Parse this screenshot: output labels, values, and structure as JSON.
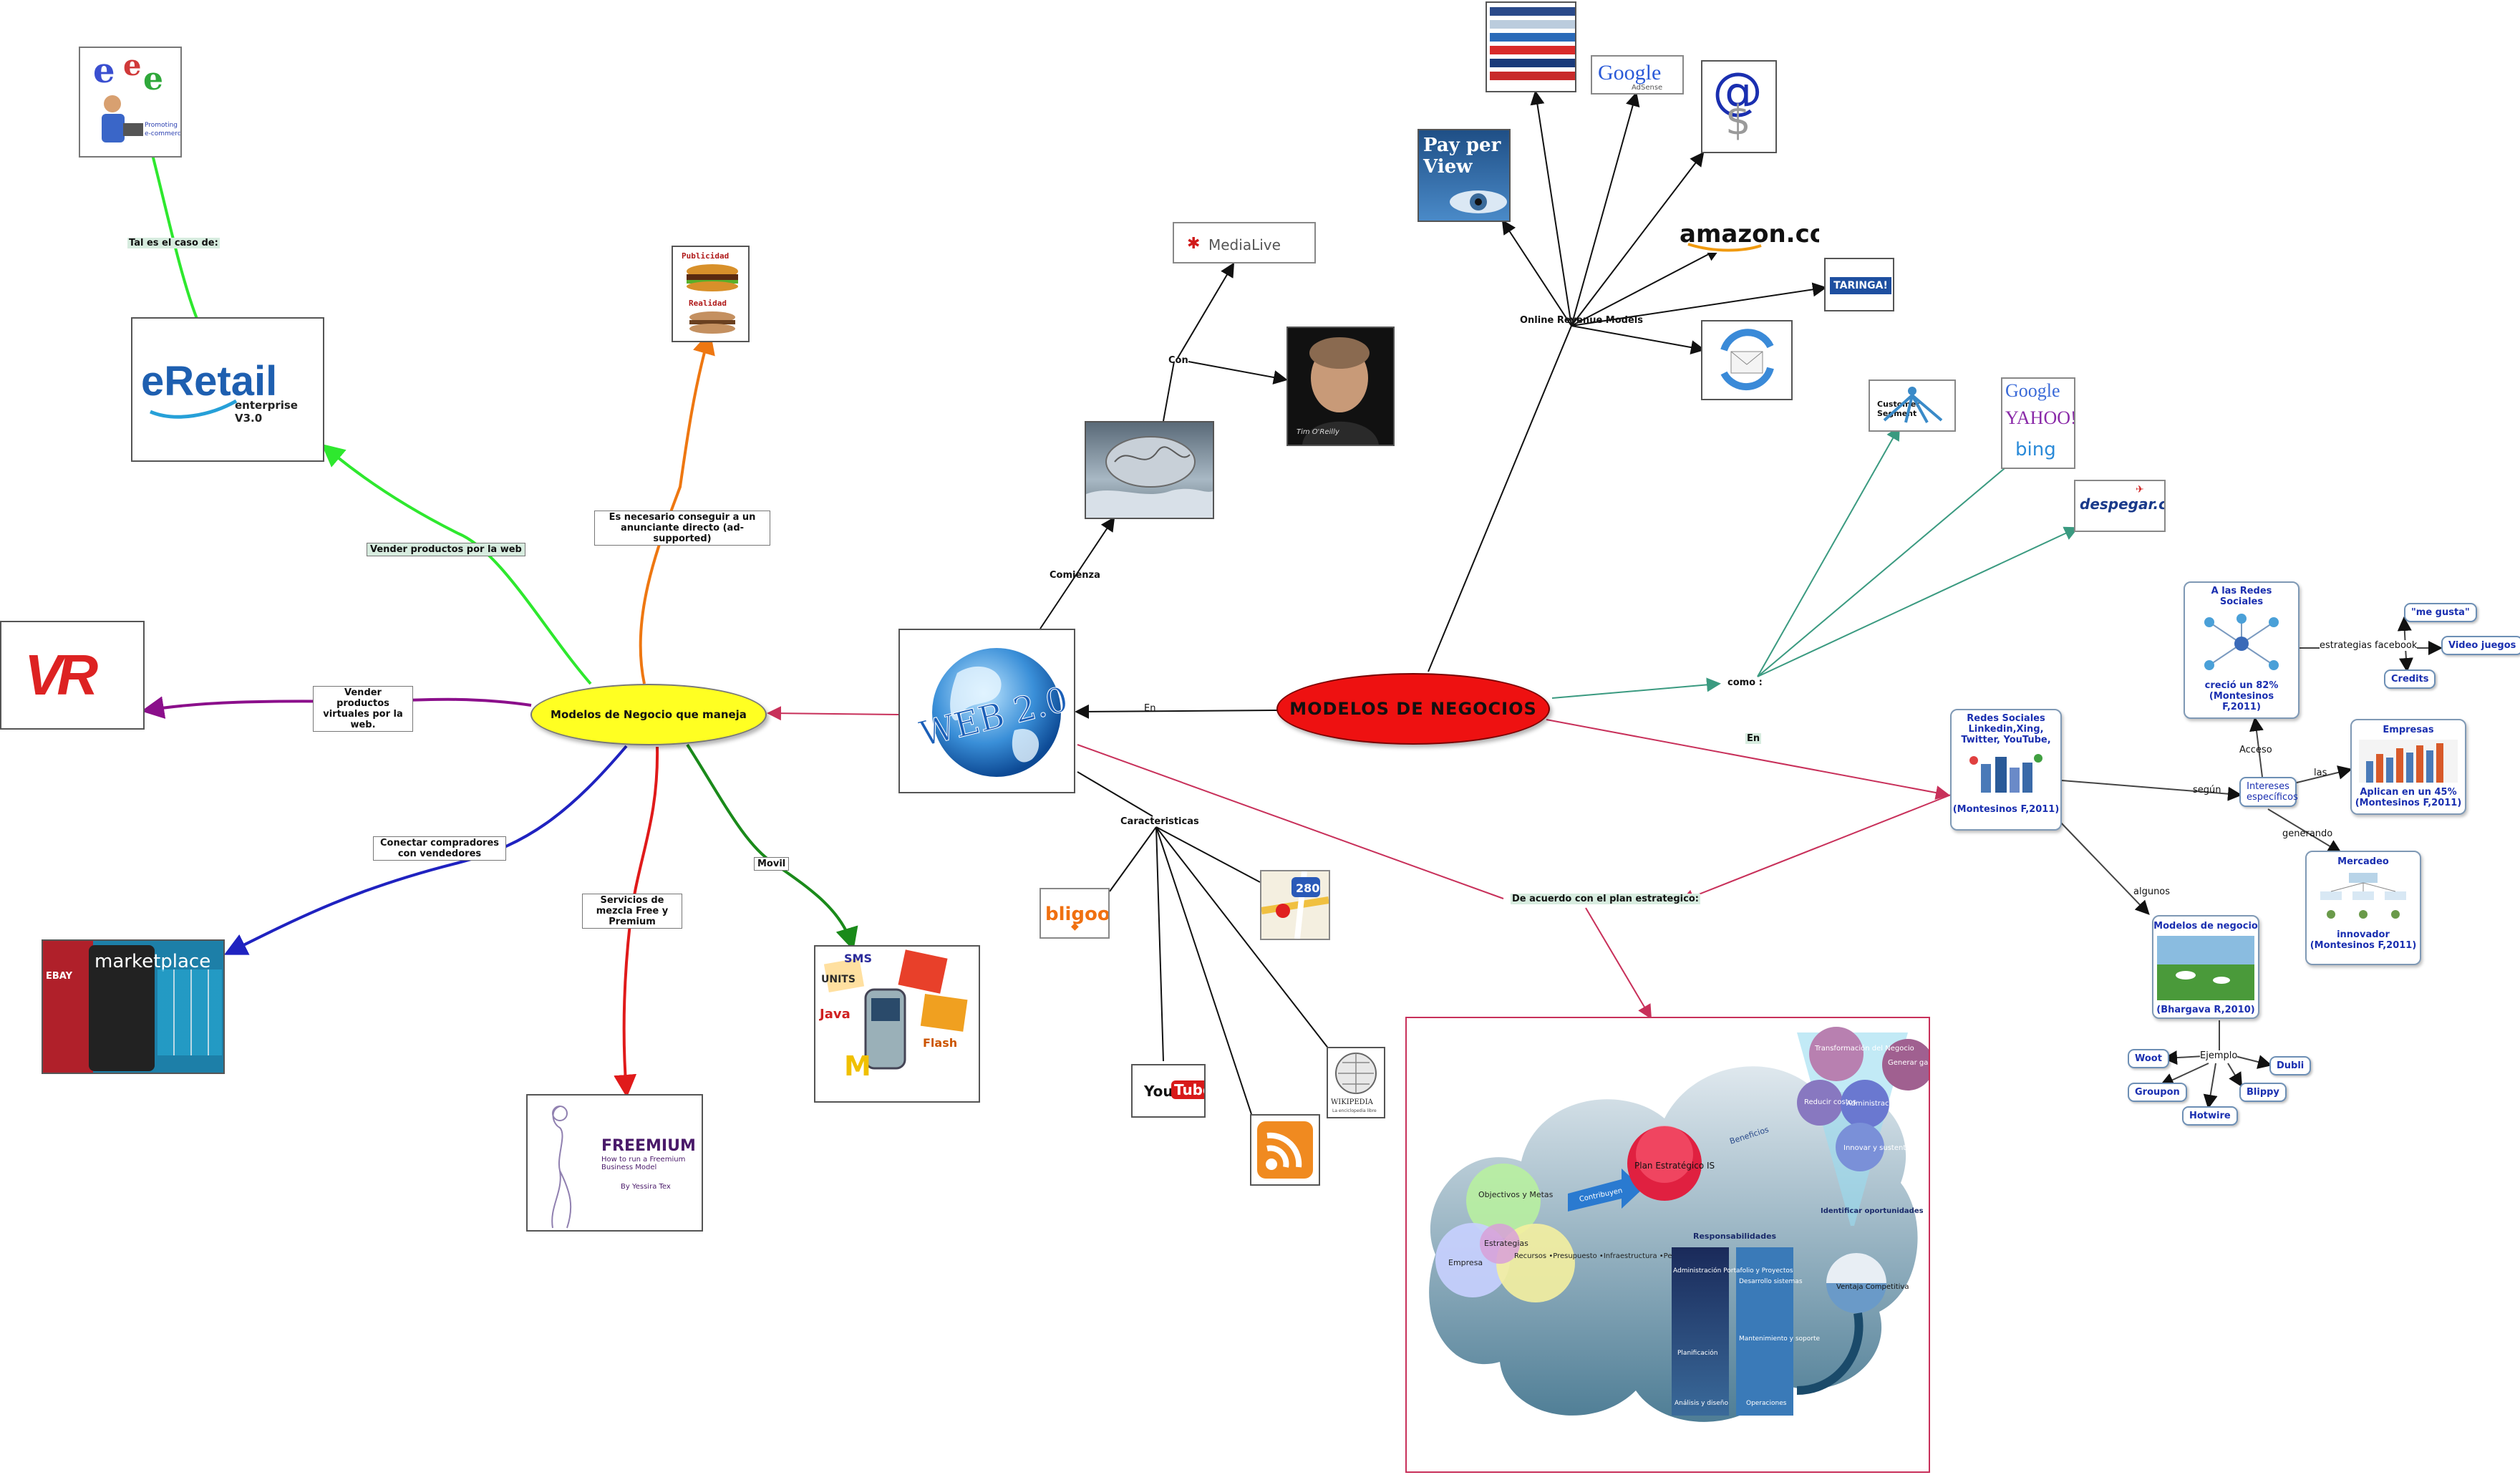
{
  "central": {
    "title": "MODELOS DE NEGOCIOS"
  },
  "left_node": {
    "title": "Modelos de Negocio que maneja"
  },
  "web20": {
    "title": "WEB 2.0"
  },
  "edge_labels": {
    "en_web": "En",
    "comienza": "Comienza",
    "con": "Con",
    "caracteristicas": "Caracteristicas",
    "online_revenue": "Online Revenue Models",
    "como": "como :",
    "en_redes": "En",
    "plan": "De acuerdo con el plan estrategico:",
    "tal_caso": "Tal es el caso de:",
    "vender_web": "Vender productos por la web",
    "vender_virtuales": "Vender productos virtuales por la web.",
    "conectar": "Conectar compradores con vendedores",
    "servicios": "Servicios de mezcla Free y Premium",
    "movil": "Movil",
    "anunciante": "Es necesario conseguir a un anunciante directo (ad-supported)",
    "segun": "según",
    "acceso": "Acceso",
    "las": "las",
    "generando": "generando",
    "algunos": "algunos",
    "ejemplo": "Ejemplo",
    "estrategias": "estrategias facebook"
  },
  "images": {
    "eretail_brand": "eRetail",
    "eretail_sub": "enterprise V3.0",
    "vr": "VR",
    "marketplace": "marketplace",
    "marketplace_tag": "EBAY",
    "freemium": "FREEMIUM",
    "freemium_sub": "How to run a Freemium Business Model",
    "freemium_by": "By Yessira Tex",
    "publicidad": "Publicidad",
    "realidad": "Realidad",
    "medialive": "MediaLive",
    "tim": "Tim O'Reilly",
    "bligoo": "bligoo",
    "youtube_a": "You",
    "youtube_b": "Tube",
    "wikipedia": "WIKIPEDIA",
    "wikipedia_sub": "La enciclopedia libre",
    "map_badge": "280",
    "payperview": "Pay per View",
    "google": "Google",
    "google_sub": "AdSense",
    "amazon": "amazon.com",
    "taringa": "TARINGA!",
    "customer_segment": "Customer Segment",
    "yahoo": "YAHOO!",
    "bing": "bing",
    "despegar": "despegar.com",
    "mobile_tags": [
      "SMS",
      "UNITS",
      "Java",
      "Flash"
    ]
  },
  "redes": {
    "title": "Redes Sociales Linkedin,Xing, Twitter, YouTube,",
    "cite": "(Montesinos F,2011)"
  },
  "intereses": "Intereses específicos",
  "a_redes": {
    "title": "A las Redes Sociales",
    "stat": "creció un 82% (Montesinos F,2011)"
  },
  "empresas": {
    "title": "Empresas",
    "stat": "Aplican en un 45% (Montesinos F,2011)"
  },
  "mercadeo": {
    "title": "Mercadeo",
    "stat": "innovador (Montesinos F,2011)"
  },
  "modelo_negocio": {
    "title": "Modelos de negocio",
    "cite": "(Bhargava R,2010)"
  },
  "facebook": {
    "megusta": "\"me gusta\"",
    "video": "Video juegos",
    "credits": "Credits"
  },
  "examples": [
    "Woot",
    "Groupon",
    "Hotwire",
    "Blippy",
    "Dubli"
  ],
  "plan_diagram": {
    "objetivos": "Objectivos y Metas",
    "estrategias": "Estrategias",
    "empresa": "Empresa",
    "recursos": "Recursos •Presupuesto •Infraestructura •Personal",
    "contribuyen": "Contribuyen",
    "plan": "Plan Estratégico IS",
    "beneficios": "Beneficios",
    "transformacion": "Transformación del Negocio",
    "generar": "Generar ganancias",
    "reducir": "Reducir costos",
    "administracion": "Administración Efectiva",
    "innovar": "Innovar y sustentar",
    "identificar": "Identificar oportunidades",
    "ventaja": "Ventaja Competitiva",
    "responsabilidades": "Responsabilidades",
    "admin_port": "Administración Portafolio y Proyectos",
    "desarrollo": "Desarrollo sistemas",
    "mantenimiento": "Mantenimiento y soporte",
    "planificacion": "Planificación",
    "analisis": "Análisis y diseño",
    "operaciones": "Operaciones"
  },
  "colors": {
    "central": "#ee1111",
    "left_node": "#ffff22",
    "green_edge": "#2ee82e",
    "orange_edge": "#ee7711",
    "purple_edge": "#8b0f8b",
    "blue_edge": "#1f22c0",
    "red_edge": "#e01a1a",
    "darkgreen_edge": "#1a8a1a",
    "crimson_edge": "#c8305a",
    "teal_edge": "#3a9a80"
  }
}
